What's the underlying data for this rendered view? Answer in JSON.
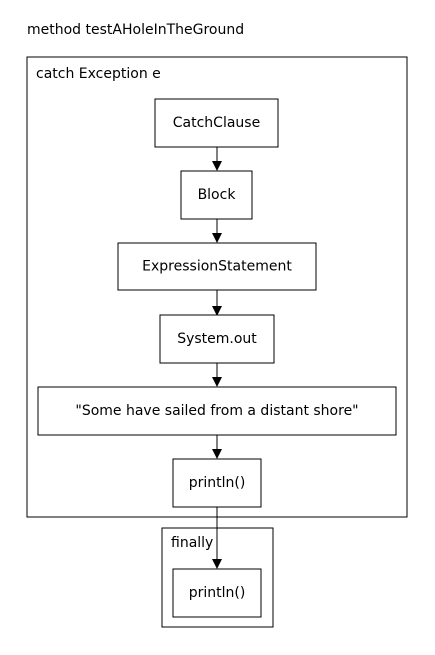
{
  "diagram": {
    "title": "method testAHoleInTheGround",
    "clusters": {
      "catch": {
        "label": "catch Exception e"
      },
      "finally": {
        "label": "finally"
      }
    },
    "nodes": {
      "catch_clause": {
        "label": "CatchClause"
      },
      "block": {
        "label": "Block"
      },
      "expression_statement": {
        "label": "ExpressionStatement"
      },
      "system_out": {
        "label": "System.out"
      },
      "string_literal": {
        "label": "\"Some have sailed from a distant shore\""
      },
      "println_catch": {
        "label": "println()"
      },
      "println_finally": {
        "label": "println()"
      }
    },
    "edges": [
      {
        "from": "catch_clause",
        "to": "block"
      },
      {
        "from": "block",
        "to": "expression_statement"
      },
      {
        "from": "expression_statement",
        "to": "system_out"
      },
      {
        "from": "system_out",
        "to": "string_literal"
      },
      {
        "from": "string_literal",
        "to": "println_catch"
      },
      {
        "from": "println_catch",
        "to": "println_finally"
      }
    ],
    "colors": {
      "stroke": "#000000",
      "fill": "#ffffff",
      "text": "#000000"
    }
  }
}
